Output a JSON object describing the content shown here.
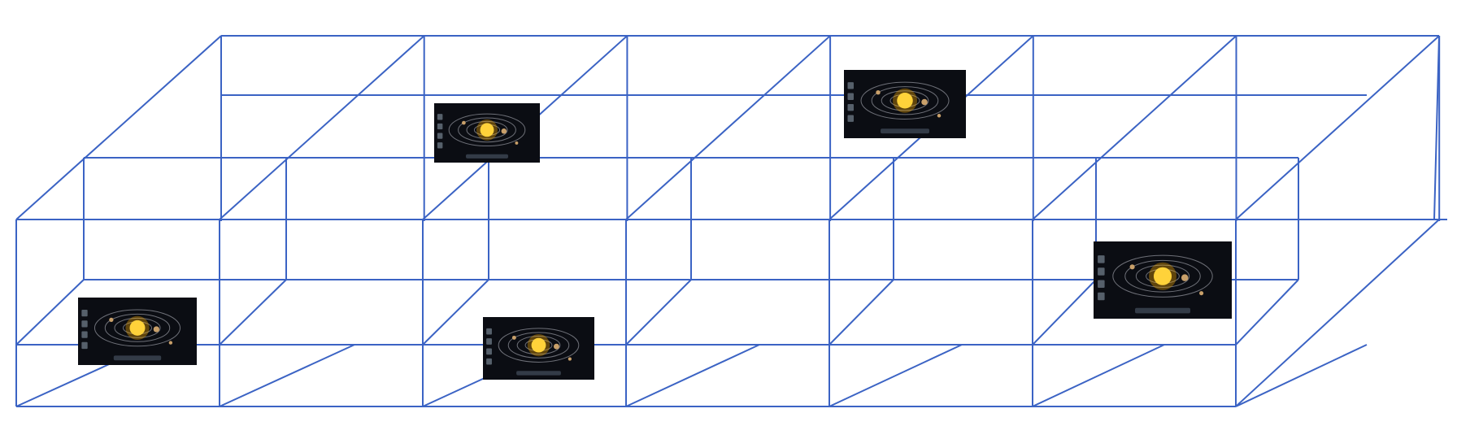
{
  "colors": {
    "grid_line": "#3b63c4",
    "background": "#ffffff",
    "thumbnail_background": "#0b0d13",
    "sun": "#ffd23a"
  },
  "grid": {
    "columns": 7,
    "rows": 2,
    "depth_layers": 2
  },
  "thumbnails": [
    {
      "name": "solar-system-screenshot-1",
      "icon": "solar-system-icon"
    },
    {
      "name": "solar-system-screenshot-2",
      "icon": "solar-system-icon"
    },
    {
      "name": "solar-system-screenshot-3",
      "icon": "solar-system-icon"
    },
    {
      "name": "solar-system-screenshot-4",
      "icon": "solar-system-icon"
    },
    {
      "name": "solar-system-screenshot-5",
      "icon": "solar-system-icon"
    }
  ]
}
